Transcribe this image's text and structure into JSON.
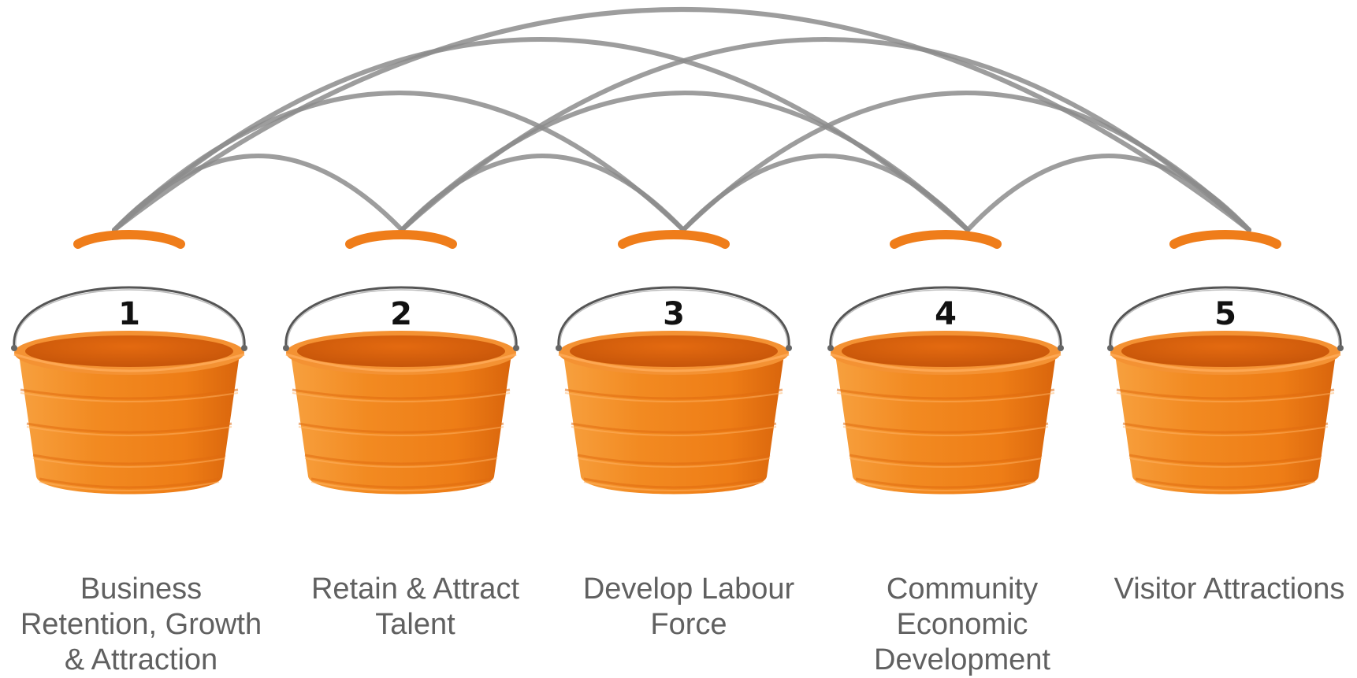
{
  "colors": {
    "bucket_orange": "#f28a21",
    "bucket_dark": "#d9650c",
    "handle_orange": "#ef7d1a",
    "arc_gray": "#8c8c8c",
    "label_gray": "#606060"
  },
  "buckets": [
    {
      "number": "1",
      "label_lines": [
        "Business",
        "Retention, Growth",
        "& Attraction"
      ]
    },
    {
      "number": "2",
      "label_lines": [
        "Retain & Attract",
        "Talent"
      ]
    },
    {
      "number": "3",
      "label_lines": [
        "Develop Labour",
        "Force"
      ]
    },
    {
      "number": "4",
      "label_lines": [
        "Community",
        "Economic",
        "Development"
      ]
    },
    {
      "number": "5",
      "label_lines": [
        "Visitor Attractions"
      ]
    }
  ],
  "connections": [
    [
      1,
      2
    ],
    [
      1,
      3
    ],
    [
      1,
      4
    ],
    [
      1,
      5
    ],
    [
      2,
      3
    ],
    [
      2,
      4
    ],
    [
      2,
      5
    ],
    [
      3,
      4
    ],
    [
      3,
      5
    ],
    [
      4,
      5
    ]
  ]
}
